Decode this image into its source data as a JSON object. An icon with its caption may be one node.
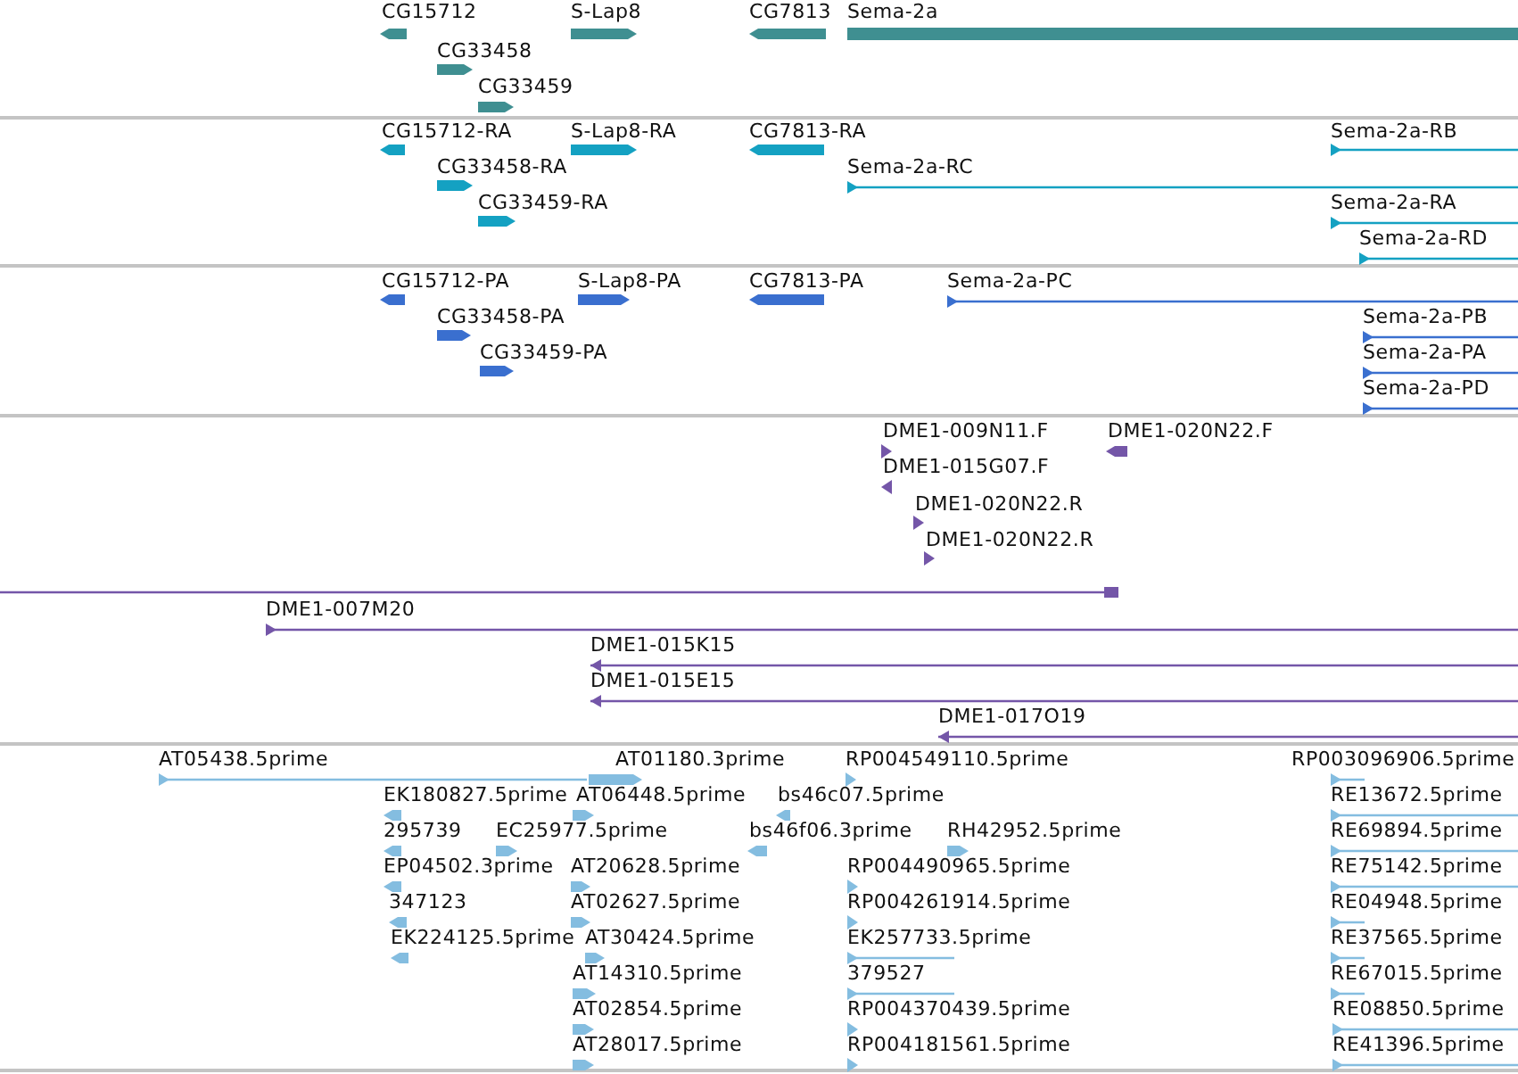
{
  "diagram": {
    "nodes": [
      {
        "text": [
          "CG15712"
        ]
      },
      {
        "text": [
          "S-Lap8"
        ]
      },
      {
        "text": [
          "CG7813"
        ]
      },
      {
        "text": [
          "Sema-2a"
        ]
      },
      {
        "text": [
          "CG33458"
        ]
      },
      {
        "text": [
          "CG33459"
        ]
      },
      {
        "text": [
          "CG15712-RA"
        ]
      },
      {
        "text": [
          "S-Lap8-RA"
        ]
      },
      {
        "text": [
          "CG7813-RA"
        ]
      },
      {
        "text": [
          "Sema-2a-RB"
        ]
      },
      {
        "text": [
          "CG33458-RA"
        ]
      },
      {
        "text": [
          "Sema-2a-RC"
        ]
      },
      {
        "text": [
          "CG33459-RA"
        ]
      },
      {
        "text": [
          "Sema-2a-RA"
        ]
      },
      {
        "text": [
          "Sema-2a-RD"
        ]
      },
      {
        "text": [
          "CG15712-PA"
        ]
      },
      {
        "text": [
          "S-Lap8-PA"
        ]
      },
      {
        "text": [
          "CG7813-PA"
        ]
      },
      {
        "text": [
          "Sema-2a-PC"
        ]
      },
      {
        "text": [
          "CG33458-PA"
        ]
      },
      {
        "text": [
          "Sema-2a-PB"
        ]
      },
      {
        "text": [
          "CG33459-PA"
        ]
      },
      {
        "text": [
          "Sema-2a-PA"
        ]
      },
      {
        "text": [
          "Sema-2a-PD"
        ]
      },
      {
        "text": [
          "DME1-009N11.F"
        ]
      },
      {
        "text": [
          "DME1-020N22.F"
        ]
      },
      {
        "text": [
          "DME1-015G07.F"
        ]
      },
      {
        "text": [
          "DME1-020N22.R"
        ]
      },
      {
        "text": [
          "DME1-020N22.R"
        ]
      },
      {
        "text": [],
        "shape": "bar"
      },
      {
        "text": [
          "DME1-007M20"
        ]
      },
      {
        "text": [
          "DME1-015K15"
        ]
      },
      {
        "text": [
          "DME1-015E15"
        ]
      },
      {
        "text": [
          "DME1-017O19"
        ]
      },
      {
        "text": [
          "AT05438.5prime"
        ]
      },
      {
        "text": [
          "AT01180.3prime"
        ]
      },
      {
        "text": [
          "RP004549110.5prime"
        ]
      },
      {
        "text": [
          "RP003096906.5prime"
        ]
      },
      {
        "text": [
          "EK180827.5prime"
        ]
      },
      {
        "text": [
          "AT06448.5prime"
        ]
      },
      {
        "text": [
          "bs46c07.5prime"
        ]
      },
      {
        "text": [
          "RE13672.5prime"
        ]
      },
      {
        "text": [
          "295739"
        ]
      },
      {
        "text": [
          "EC25977.5prime"
        ]
      },
      {
        "text": [
          "bs46f06.3prime"
        ]
      },
      {
        "text": [
          "RH42952.5prime"
        ]
      },
      {
        "text": [
          "RE69894.5prime"
        ]
      },
      {
        "text": [
          "EP04502.3prime"
        ]
      },
      {
        "text": [
          "AT20628.5prime"
        ]
      },
      {
        "text": [
          "RP004490965.5prime"
        ]
      },
      {
        "text": [
          "RE75142.5prime"
        ]
      },
      {
        "text": [
          "347123"
        ]
      },
      {
        "text": [
          "AT02627.5prime"
        ]
      },
      {
        "text": [
          "RP004261914.5prime"
        ]
      },
      {
        "text": [
          "RE04948.5prime"
        ]
      },
      {
        "text": [
          "EK224125.5prime"
        ]
      },
      {
        "text": [
          "AT30424.5prime"
        ]
      },
      {
        "text": [
          "EK257733.5prime"
        ]
      },
      {
        "text": [
          "RE37565.5prime"
        ]
      },
      {
        "text": [
          "AT14310.5prime"
        ]
      },
      {
        "text": [
          "379527"
        ]
      },
      {
        "text": [
          "RE67015.5prime"
        ]
      },
      {
        "text": [
          "AT02854.5prime"
        ]
      },
      {
        "text": [
          "RP004370439.5prime"
        ]
      },
      {
        "text": [
          "RE08850.5prime"
        ]
      },
      {
        "text": [
          "AT28017.5prime"
        ]
      },
      {
        "text": [
          "RP004181561.5prime"
        ]
      },
      {
        "text": [
          "RE41396.5prime"
        ]
      }
    ]
  }
}
